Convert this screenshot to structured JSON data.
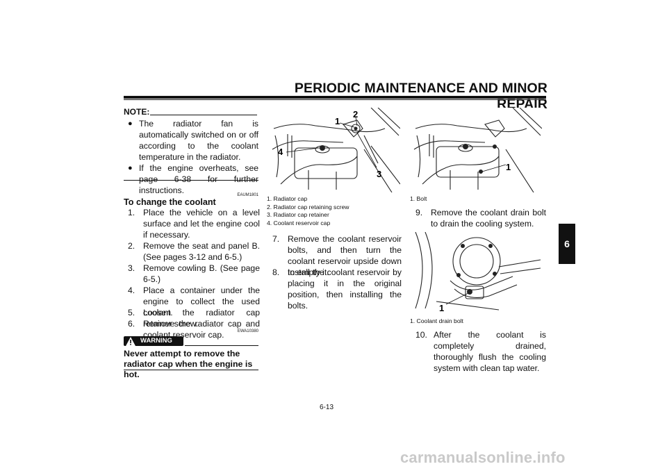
{
  "header": {
    "title": "PERIODIC MAINTENANCE AND MINOR REPAIR"
  },
  "side_tab": "6",
  "note": {
    "label": "NOTE:",
    "bullets": [
      "The radiator fan is automatically switched on or off according to the coolant temperature in the radiator.",
      "If the engine overheats, see page 6-38 for further instructions."
    ]
  },
  "section": {
    "code": "EAUM1801",
    "title": "To change the coolant",
    "steps": [
      {
        "num": "1.",
        "text": "Place the vehicle on a level surface and let the engine cool if necessary."
      },
      {
        "num": "2.",
        "text": "Remove the seat and panel B. (See pages 3-12 and 6-5.)"
      },
      {
        "num": "3.",
        "text": "Remove cowling B. (See page 6-5.)"
      },
      {
        "num": "4.",
        "text": "Place a container under the engine to collect the used coolant."
      },
      {
        "num": "5.",
        "text": "Loosen the radiator cap retainer screw."
      },
      {
        "num": "6.",
        "text": "Remove the radiator cap and coolant reservoir cap."
      }
    ]
  },
  "warning": {
    "code": "EWA10380",
    "label": "WARNING",
    "text": "Never attempt to remove the radiator cap when the engine is hot."
  },
  "figure1": {
    "callouts": [
      "1",
      "2",
      "3",
      "4"
    ],
    "captions": [
      "1.  Radiator cap",
      "2.  Radiator cap retaining screw",
      "3.  Radiator cap retainer",
      "4.  Coolant reservoir cap"
    ]
  },
  "steps_mid": [
    {
      "num": "7.",
      "text": "Remove the coolant reservoir bolts, and then turn the coolant reservoir upside down to empty it."
    },
    {
      "num": "8.",
      "text": "Install the coolant reservoir by placing it in the original position, then installing the bolts."
    }
  ],
  "figure2": {
    "callouts": [
      "1"
    ],
    "captions": [
      "1.  Bolt"
    ]
  },
  "step9": {
    "num": "9.",
    "text": "Remove the coolant drain bolt to drain the cooling system."
  },
  "figure3": {
    "callouts": [
      "1"
    ],
    "captions": [
      "1.  Coolant drain bolt"
    ]
  },
  "step10": {
    "num": "10.",
    "text": "After the coolant is completely drained, thoroughly flush the cooling system with clean tap water."
  },
  "page_number": "6-13",
  "watermark": "carmanualsonline.info"
}
